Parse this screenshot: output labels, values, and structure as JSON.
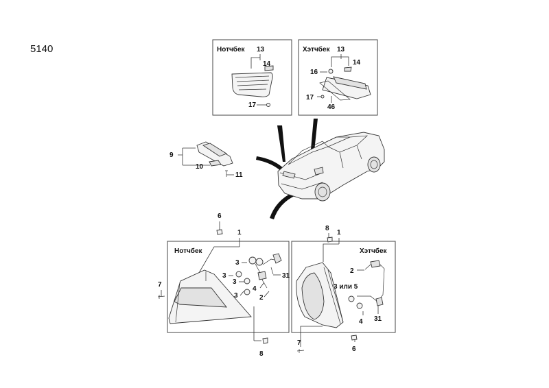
{
  "page_number": "5140",
  "top_left_box": {
    "title": "Нотчбек",
    "labels": {
      "l13": "13",
      "l14": "14",
      "l17": "17"
    }
  },
  "top_right_box": {
    "title": "Хэтчбек",
    "labels": {
      "l13": "13",
      "l14": "14",
      "l16": "16",
      "l17": "17",
      "l46": "46"
    }
  },
  "license_lamp": {
    "labels": {
      "l9": "9",
      "l10": "10",
      "l11": "11"
    }
  },
  "sedan_taillamp": {
    "title": "Нотчбек",
    "labels": {
      "l6": "6",
      "l1": "1",
      "l7": "7",
      "l8": "8",
      "l3a": "3",
      "l3b": "3",
      "l3c": "3",
      "l3d": "3",
      "l31": "31",
      "l4": "4",
      "l2": "2"
    }
  },
  "hatch_taillamp": {
    "title": "Хэтчбек",
    "labels": {
      "l8": "8",
      "l1": "1",
      "l2": "2",
      "l3or5": "3 или 5",
      "l4": "4",
      "l31": "31",
      "l7": "7",
      "l6": "6"
    }
  }
}
